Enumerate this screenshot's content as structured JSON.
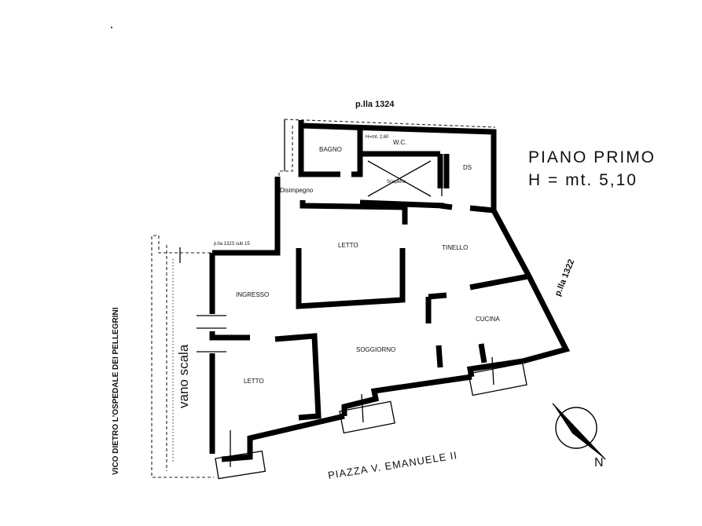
{
  "header": {
    "floor_title": "PIANO PRIMO",
    "height_label": "H = mt. 5,10"
  },
  "parcels": {
    "north": "p.lla 1324",
    "east": "p.lla 1322",
    "west_sub": "p.lla 1323 sub 15"
  },
  "streets": {
    "south": "PIAZZA V. EMANUELE II",
    "west": "VICO DIETRO L'OSPEDALE DEI PELLEGRINI"
  },
  "rooms": {
    "bagno": "BAGNO",
    "wc": "W.C.",
    "wc_height": "H=mt. 2,60",
    "scoperto": "Scoperto",
    "ds": "DS",
    "disimpegno": "Disimpegno",
    "letto_north": "LETTO",
    "tinello": "TINELLO",
    "ingresso": "INGRESSO",
    "cucina": "CUCINA",
    "soggiorno": "SOGGIORNO",
    "letto_south": "LETTO"
  },
  "stair": {
    "label": "vano scala"
  },
  "compass": {
    "north_letter": "N"
  }
}
